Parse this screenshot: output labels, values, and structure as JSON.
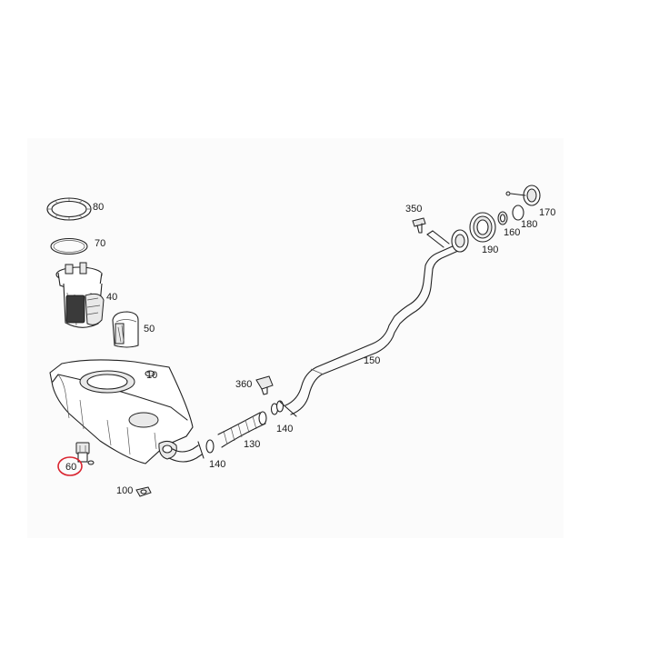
{
  "labels": {
    "p10": "10",
    "p40": "40",
    "p50": "50",
    "p60": "60",
    "p70": "70",
    "p80": "80",
    "p100": "100",
    "p130": "130",
    "p140a": "140",
    "p140b": "140",
    "p150": "150",
    "p160": "160",
    "p170": "170",
    "p180": "180",
    "p190": "190",
    "p350": "350",
    "p360": "360"
  },
  "highlight": {
    "part": "60",
    "color": "#d9232e"
  }
}
